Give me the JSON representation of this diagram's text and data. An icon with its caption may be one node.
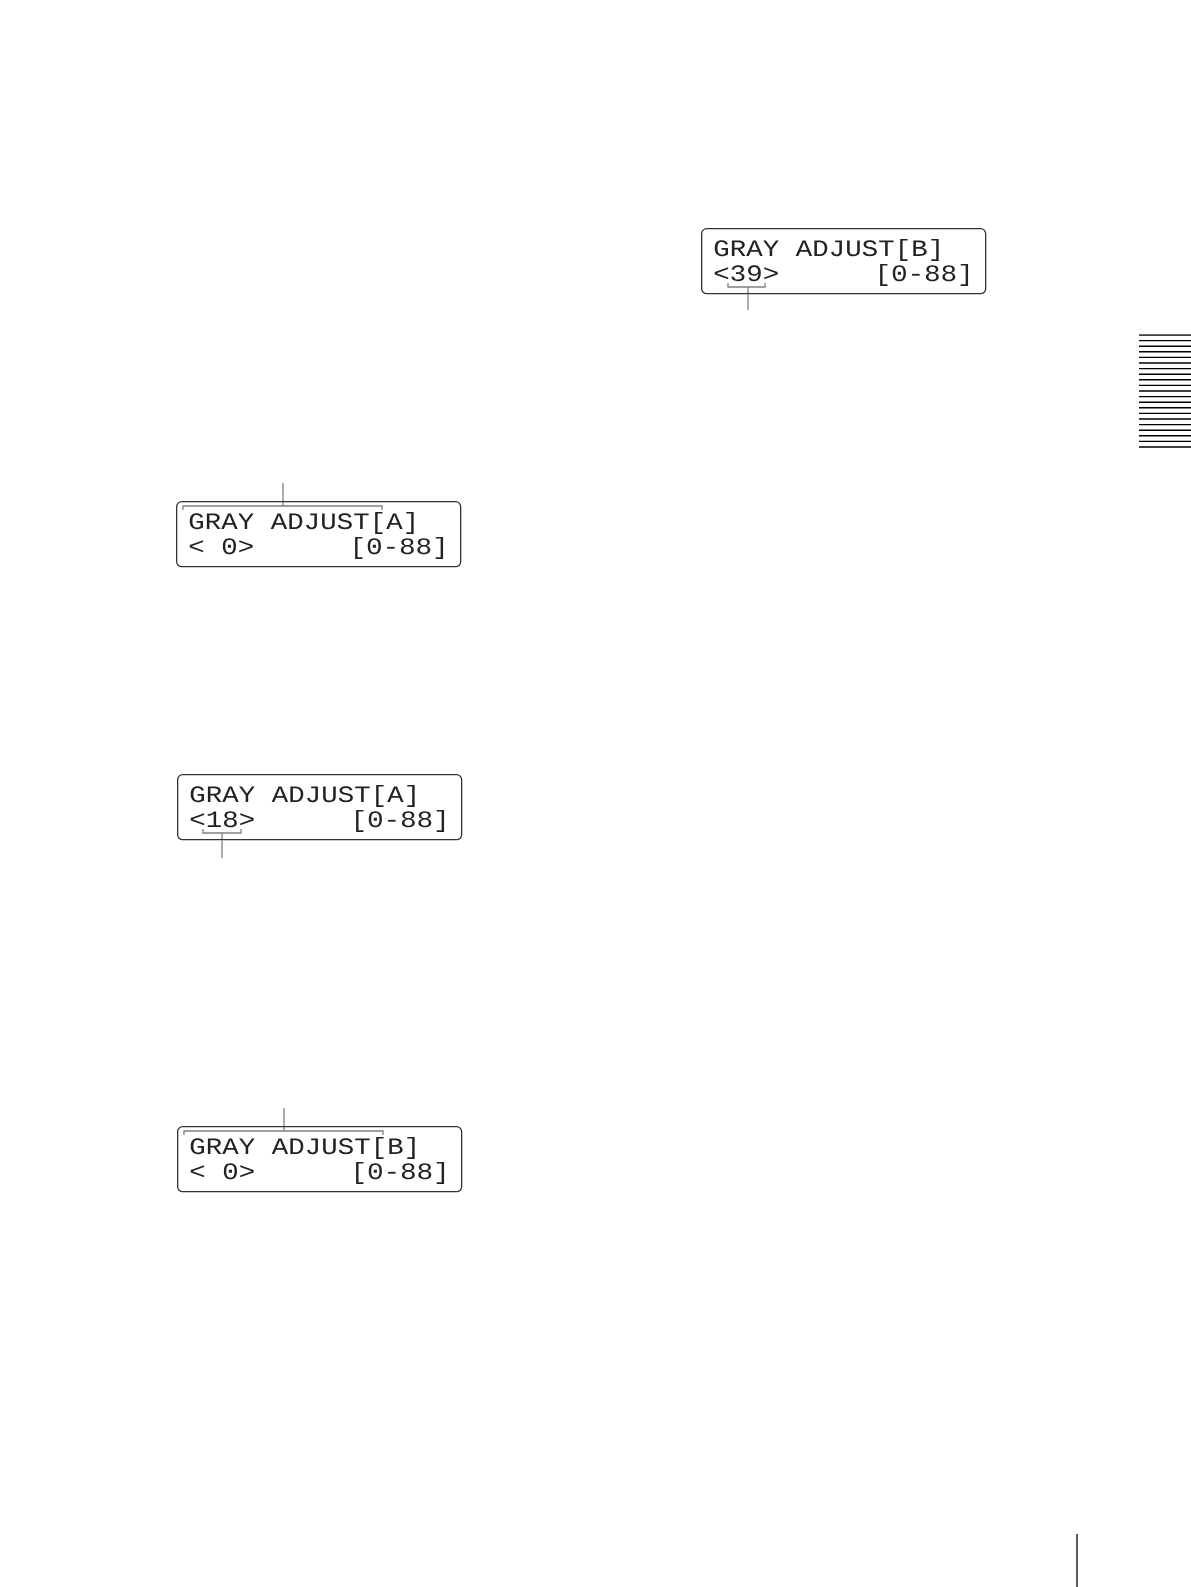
{
  "diagram": {
    "nodes": [
      {
        "text": [
          "GRAY ADJUST[A]",
          "< 0>",
          "[0-88]"
        ]
      },
      {
        "text": [
          "GRAY ADJUST[A]",
          "<18>",
          "[0-88]"
        ]
      },
      {
        "text": [
          "GRAY ADJUST[B]",
          "< 0>",
          "[0-88]"
        ]
      },
      {
        "text": [
          "GRAY ADJUST[B]",
          "<39>",
          "[0-88]"
        ]
      }
    ],
    "edges": [
      {
        "from": null,
        "to": 0,
        "arrow": "none"
      },
      {
        "from": null,
        "to": 1,
        "arrow": "none"
      },
      {
        "from": null,
        "to": 2,
        "arrow": "none"
      },
      {
        "from": null,
        "to": 3,
        "arrow": "none"
      }
    ]
  }
}
